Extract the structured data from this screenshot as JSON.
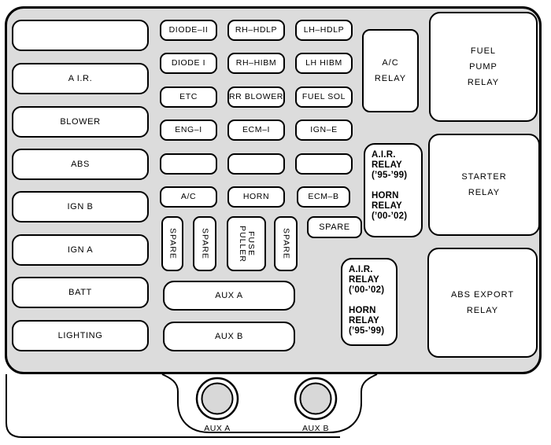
{
  "panel": {
    "left_fuses": [
      {
        "label": ""
      },
      {
        "label": "A I.R."
      },
      {
        "label": "BLOWER"
      },
      {
        "label": "ABS"
      },
      {
        "label": "IGN B"
      },
      {
        "label": "IGN A"
      },
      {
        "label": "BATT"
      },
      {
        "label": "LIGHTING"
      }
    ],
    "grid_fuses": [
      [
        "DIODE–II",
        "RH–HDLP",
        "LH–HDLP"
      ],
      [
        "DIODE I",
        "RH–HIBM",
        "LH  HIBM"
      ],
      [
        "ETC",
        "RR BLOWER",
        "FUEL SOL"
      ],
      [
        "ENG–I",
        "ECM–I",
        "IGN–E"
      ],
      [
        "",
        "",
        ""
      ],
      [
        "A/C",
        "HORN",
        "ECM–B"
      ]
    ],
    "vertical_fuses": [
      "SPARE",
      "SPARE",
      "FUSE\nPULLER",
      "SPARE"
    ],
    "spare_fuse": "SPARE",
    "aux_fuses": [
      "AUX A",
      "AUX B"
    ],
    "relays": {
      "ac": "A/C\nRELAY",
      "fuel_pump": "FUEL\nPUMP\nRELAY",
      "starter": "STARTER\nRELAY",
      "abs_export": "ABS EXPORT\nRELAY"
    },
    "notes": {
      "upper": "A.I.R.\nRELAY\n(’95-’99)\n\nHORN\nRELAY\n(’00-’02)",
      "lower": "A.I.R.\nRELAY\n(’00-’02)\n\nHORN\nRELAY\n(’95-’99)"
    },
    "connectors": [
      "AUX A",
      "AUX B"
    ]
  },
  "colors": {
    "panel_fill": "#dcdcdc",
    "box_fill": "#ffffff",
    "line": "#000000",
    "connector_fill": "#d8d8d8"
  }
}
